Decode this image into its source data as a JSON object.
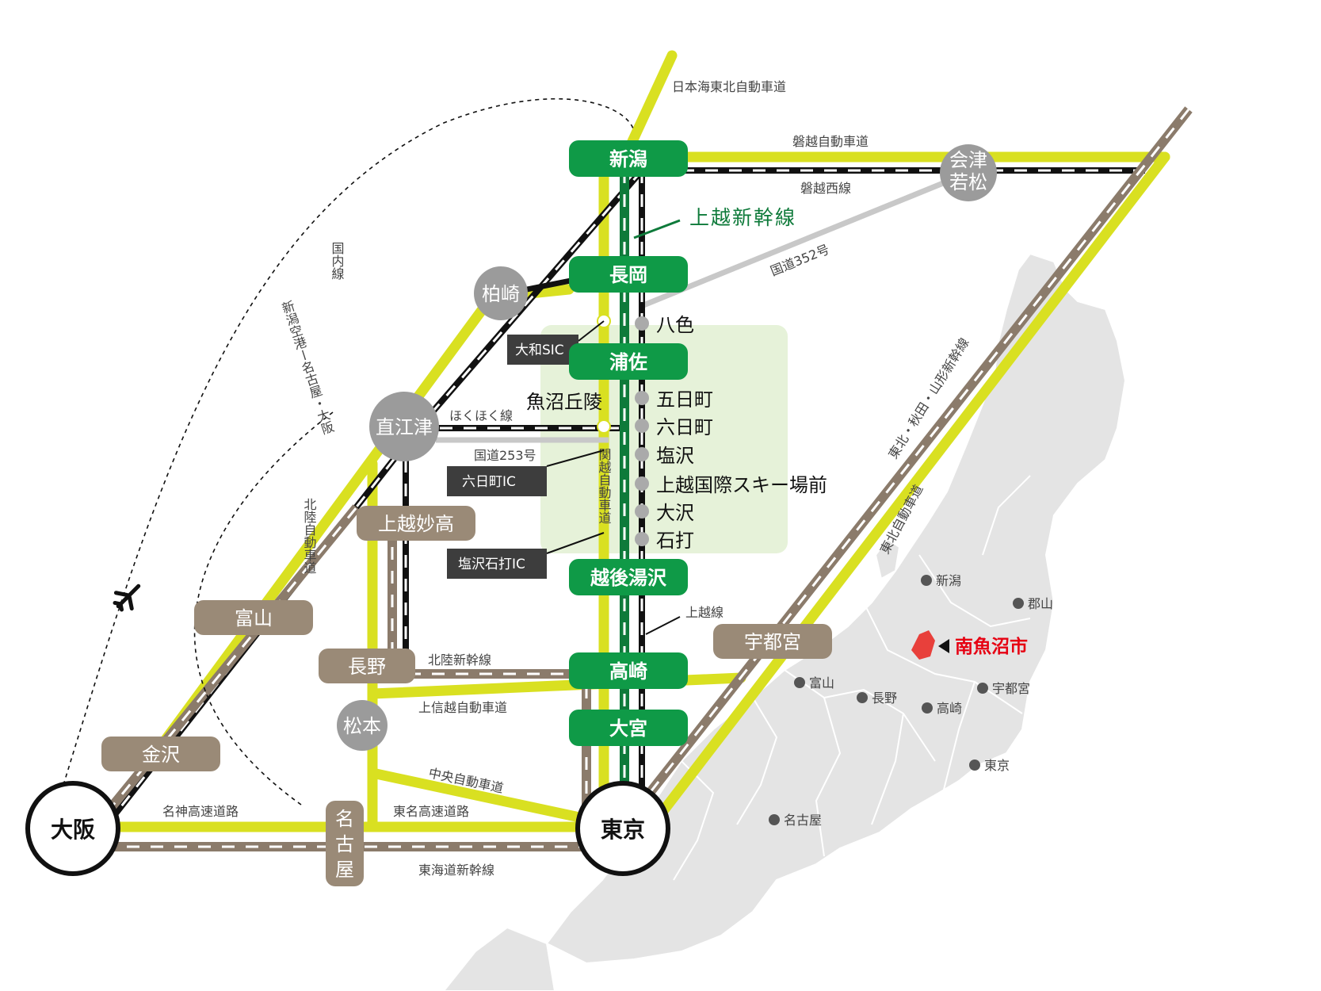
{
  "colors": {
    "expressway": "#d9e021",
    "jr_line": "#111111",
    "shinkansen_gray": "#8b7b6b",
    "joetsu_green": "#0e7a3a",
    "green_node": "#0f9a47",
    "gray_node": "#9b9b9b",
    "brown_node": "#9a8a77",
    "ic_box": "#3d3d3d",
    "local_area": "#e6f2d9",
    "inset_land": "#e4e4e4",
    "highlight": "#e60012"
  },
  "stations_green": {
    "niigata": "新潟",
    "nagaoka": "長岡",
    "urasa": "浦佐",
    "echigo_yuzawa": "越後湯沢",
    "takasaki": "高崎",
    "omiya": "大宮"
  },
  "stations_gray": {
    "aizu": "会津\n若松",
    "aizu_line1": "会津",
    "aizu_line2": "若松",
    "kashiwazaki": "柏崎",
    "naoetsu": "直江津",
    "matsumoto": "松本"
  },
  "stations_brown": {
    "joetsu_myoko": "上越妙高",
    "toyama": "富山",
    "kanazawa": "金沢",
    "nagano": "長野",
    "utsunomiya": "宇都宮",
    "nagoya_1": "名",
    "nagoya_2": "古",
    "nagoya_3": "屋"
  },
  "hubs": {
    "osaka": "大阪",
    "tokyo": "東京"
  },
  "local_stops": [
    "八色",
    "五日町",
    "六日町",
    "塩沢",
    "上越国際スキー場前",
    "大沢",
    "石打"
  ],
  "uonuma_kyuryo": "魚沼丘陵",
  "ic_boxes": {
    "yamato": "大和SIC",
    "muikamachi": "六日町IC",
    "shiozawa": "塩沢石打IC"
  },
  "road_labels": {
    "nihonkai_tohoku": "日本海東北自動車道",
    "banetsu_exp": "磐越自動車道",
    "banetsu_west": "磐越西線",
    "route352": "国道352号",
    "hokuhoku": "ほくほく線",
    "route253": "国道253号",
    "joetsu_line": "上越線",
    "hokuriku_shinkansen": "北陸新幹線",
    "joshinetsu": "上信越自動車道",
    "chuo": "中央自動車道",
    "meishin": "名神高速道路",
    "tomei": "東名高速道路",
    "tokaido": "東海道新幹線",
    "hokuriku_exp": "北陸自動車道",
    "tohoku_exp": "東北自動車道",
    "tohoku_shinkansen": "東北・秋田・山形新幹線",
    "kanetsu": "関越自動車道",
    "domestic_flight": "国内線",
    "flight_route": "新潟空港ー名古屋・大阪"
  },
  "joetsu_shinkansen": "上越新幹線",
  "inset": {
    "cities": [
      "新潟",
      "郡山",
      "富山",
      "長野",
      "高崎",
      "宇都宮",
      "東京",
      "名古屋"
    ],
    "highlight": "南魚沼市"
  },
  "icons": {
    "plane": "airplane-icon"
  }
}
